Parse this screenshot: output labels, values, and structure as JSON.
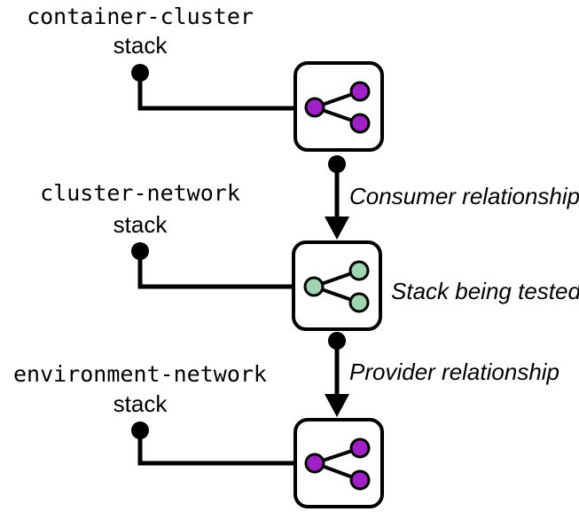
{
  "stacks": [
    {
      "name": "container-cluster",
      "sub": "stack",
      "node_color": "#a020c8"
    },
    {
      "name": "cluster-network",
      "sub": "stack",
      "node_color": "#9ed4b0"
    },
    {
      "name": "environment-network",
      "sub": "stack",
      "node_color": "#a020c8"
    }
  ],
  "relationships": {
    "consumer": "Consumer relationship",
    "tested": "Stack being tested",
    "provider": "Provider relationship"
  },
  "icons": {
    "stack": "share-graph-icon",
    "connector": "dot-connector-icon"
  }
}
